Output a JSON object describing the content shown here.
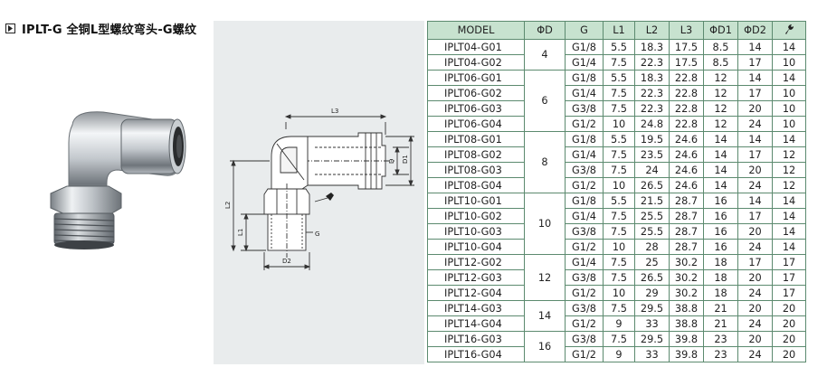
{
  "title": "IPLT-G 全铜L型螺纹弯头-G螺纹",
  "drawing": {
    "dim_labels": [
      "L3",
      "L2",
      "L1",
      "D2",
      "G",
      "D",
      "D1"
    ]
  },
  "table": {
    "headers": [
      "MODEL",
      "ΦD",
      "G",
      "L1",
      "L2",
      "L3",
      "ΦD1",
      "ΦD2"
    ],
    "wrench_icon": "wrench-icon",
    "groups": [
      {
        "od": "4",
        "rows": [
          [
            "IPLT04-G01",
            "G1/8",
            "5.5",
            "18.3",
            "17.5",
            "8.5",
            "14",
            "14"
          ],
          [
            "IPLT04-G02",
            "G1/4",
            "7.5",
            "22.3",
            "17.5",
            "8.5",
            "17",
            "10"
          ]
        ]
      },
      {
        "od": "6",
        "rows": [
          [
            "IPLT06-G01",
            "G1/8",
            "5.5",
            "18.3",
            "22.8",
            "12",
            "14",
            "14"
          ],
          [
            "IPLT06-G02",
            "G1/4",
            "7.5",
            "22.3",
            "22.8",
            "12",
            "17",
            "10"
          ],
          [
            "IPLT06-G03",
            "G3/8",
            "7.5",
            "22.3",
            "22.8",
            "12",
            "20",
            "10"
          ],
          [
            "IPLT06-G04",
            "G1/2",
            "10",
            "24.8",
            "22.8",
            "12",
            "24",
            "10"
          ]
        ]
      },
      {
        "od": "8",
        "rows": [
          [
            "IPLT08-G01",
            "G1/8",
            "5.5",
            "19.5",
            "24.6",
            "14",
            "14",
            "14"
          ],
          [
            "IPLT08-G02",
            "G1/4",
            "7.5",
            "23.5",
            "24.6",
            "14",
            "17",
            "12"
          ],
          [
            "IPLT08-G03",
            "G3/8",
            "7.5",
            "24",
            "24.6",
            "14",
            "20",
            "12"
          ],
          [
            "IPLT08-G04",
            "G1/2",
            "10",
            "26.5",
            "24.6",
            "14",
            "24",
            "12"
          ]
        ]
      },
      {
        "od": "10",
        "rows": [
          [
            "IPLT10-G01",
            "G1/8",
            "5.5",
            "21.5",
            "28.7",
            "16",
            "14",
            "14"
          ],
          [
            "IPLT10-G02",
            "G1/4",
            "7.5",
            "25.5",
            "28.7",
            "16",
            "17",
            "14"
          ],
          [
            "IPLT10-G03",
            "G3/8",
            "7.5",
            "25.5",
            "28.7",
            "16",
            "20",
            "14"
          ],
          [
            "IPLT10-G04",
            "G1/2",
            "10",
            "28",
            "28.7",
            "16",
            "24",
            "14"
          ]
        ]
      },
      {
        "od": "12",
        "rows": [
          [
            "IPLT12-G02",
            "G1/4",
            "7.5",
            "25",
            "30.2",
            "18",
            "17",
            "17"
          ],
          [
            "IPLT12-G03",
            "G3/8",
            "7.5",
            "26.5",
            "30.2",
            "18",
            "20",
            "17"
          ],
          [
            "IPLT12-G04",
            "G1/2",
            "10",
            "29",
            "30.2",
            "18",
            "24",
            "17"
          ]
        ]
      },
      {
        "od": "14",
        "rows": [
          [
            "IPLT14-G03",
            "G3/8",
            "7.5",
            "29.5",
            "38.8",
            "21",
            "20",
            "20"
          ],
          [
            "IPLT14-G04",
            "G1/2",
            "9",
            "33",
            "38.8",
            "21",
            "24",
            "20"
          ]
        ]
      },
      {
        "od": "16",
        "rows": [
          [
            "IPLT16-G03",
            "G3/8",
            "7.5",
            "29.5",
            "39.8",
            "23",
            "20",
            "20"
          ],
          [
            "IPLT16-G04",
            "G1/2",
            "9",
            "33",
            "39.8",
            "23",
            "24",
            "20"
          ]
        ]
      }
    ]
  }
}
